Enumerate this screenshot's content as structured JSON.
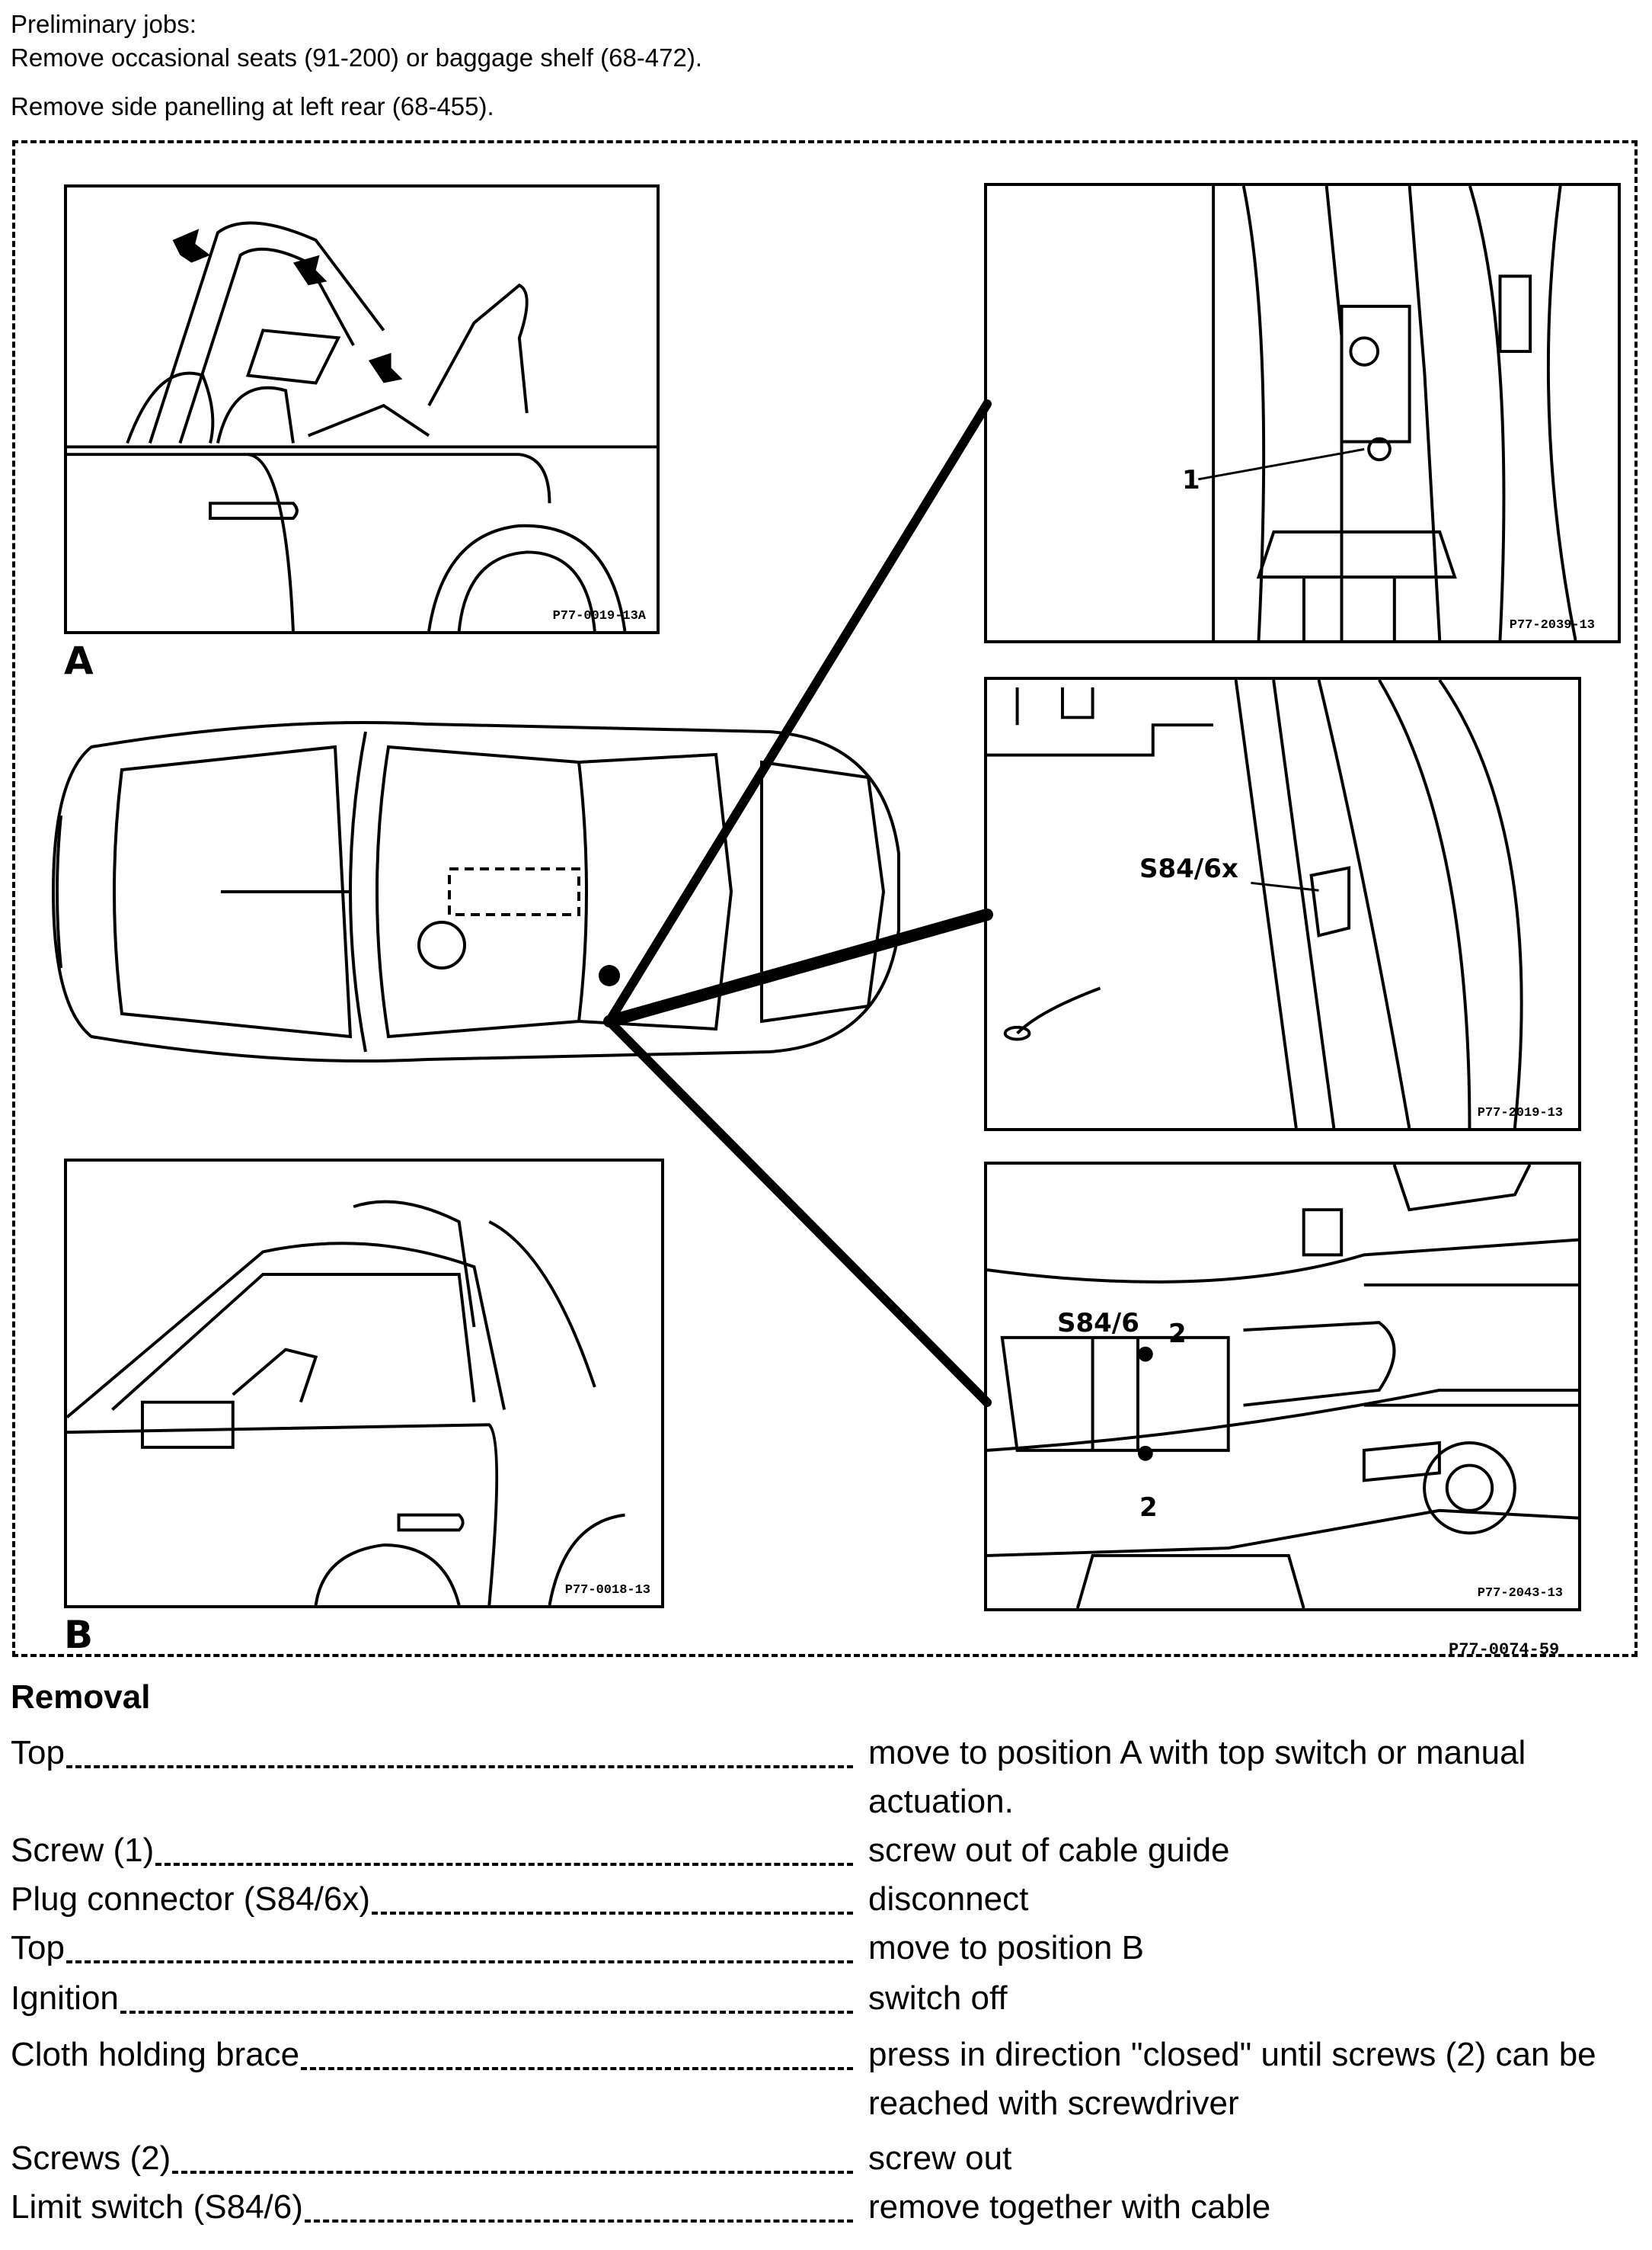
{
  "preliminary": {
    "line1": "Preliminary jobs:",
    "line2": "Remove occasional seats (91-200) or baggage shelf (68-472).",
    "line3": "Remove side panelling at left rear (68-455)."
  },
  "figure": {
    "code": "P77-0074-59",
    "panel_a": {
      "label": "A",
      "code": "P77-0019-13A"
    },
    "panel_b": {
      "label": "B",
      "code": "P77-0018-13"
    },
    "detail_1": {
      "callout": "1",
      "code": "P77-2039-13"
    },
    "detail_2": {
      "callout": "S84/6x",
      "code": "P77-2019-13"
    },
    "detail_3": {
      "callout_main": "S84/6",
      "callout_screw_top": "2",
      "callout_screw_bottom": "2",
      "code": "P77-2043-13"
    }
  },
  "removal": {
    "heading": "Removal",
    "steps": [
      {
        "item": "Top",
        "action": "move to position A with top switch or manual actuation."
      },
      {
        "item": "Screw (1)",
        "action": "screw out of cable guide"
      },
      {
        "item": "Plug connector (S84/6x)",
        "action": "disconnect"
      },
      {
        "item": "Top",
        "action": "move to position B"
      },
      {
        "item": "Ignition",
        "action": "switch off"
      },
      {
        "item": "Cloth holding brace",
        "action": "press in direction \"closed\" until screws (2) can be reached with screwdriver"
      },
      {
        "item": "Screws (2)",
        "action": "screw out"
      },
      {
        "item": "Limit switch (S84/6)",
        "action": "remove together with cable"
      }
    ]
  }
}
